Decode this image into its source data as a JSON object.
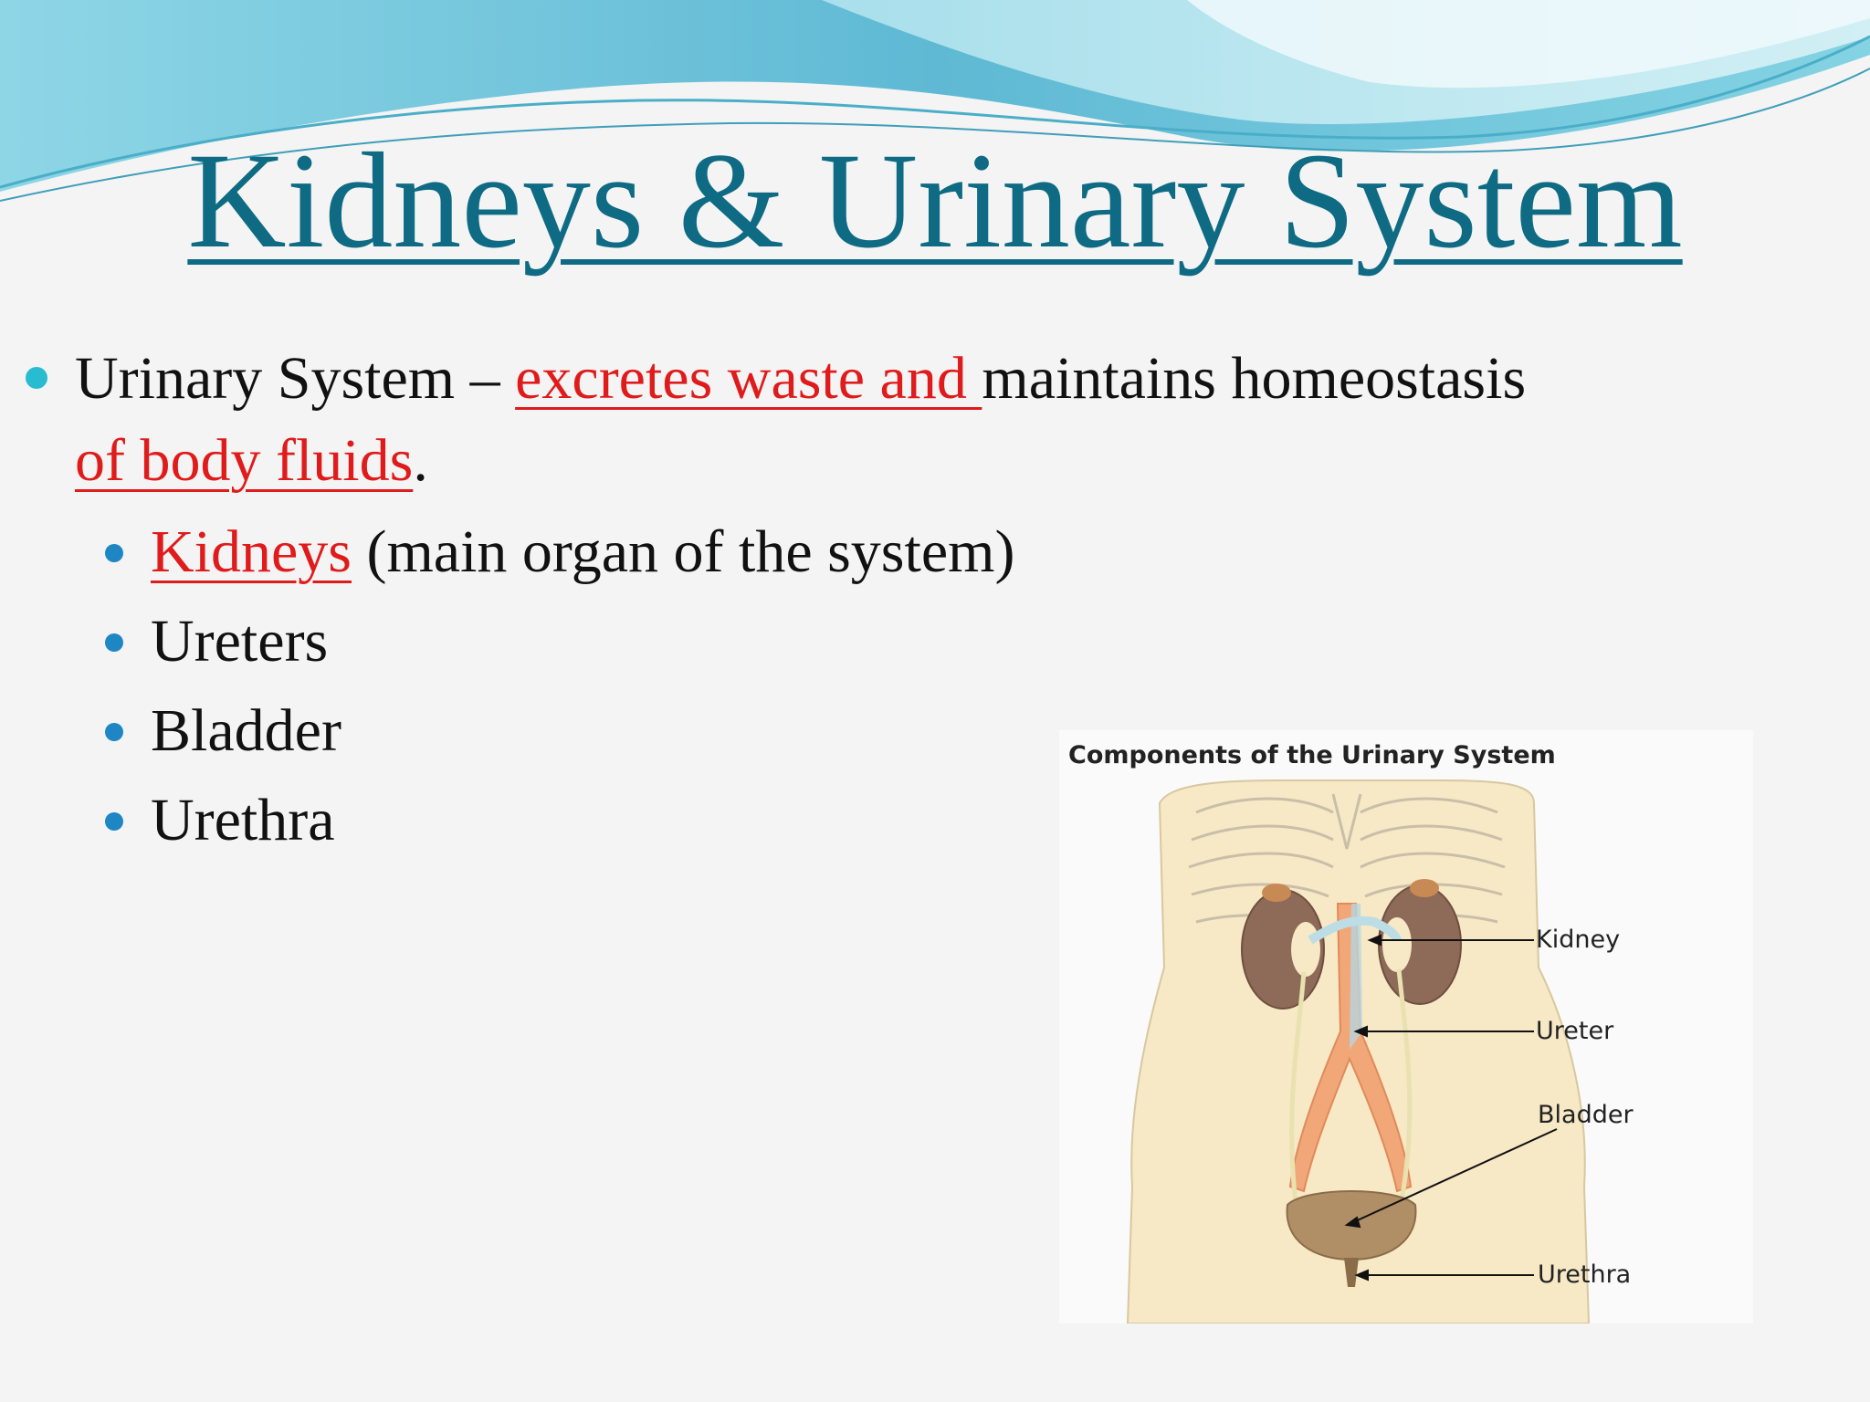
{
  "slide": {
    "title": "Kidneys & Urinary System",
    "bullet": {
      "part1": "Urinary System – ",
      "part2_red": "excretes waste and ",
      "part3": "maintains homeostasis ",
      "part4_red": "of body fluids",
      "part5": "."
    },
    "sub_bullets": {
      "kidneys_red": "Kidneys",
      "kidneys_rest": " (main organ of the system)",
      "ureters": "Ureters",
      "bladder": "Bladder",
      "urethra": "Urethra"
    },
    "diagram": {
      "title": "Components of the Urinary System",
      "labels": {
        "kidney": "Kidney",
        "ureter": "Ureter",
        "bladder": "Bladder",
        "urethra": "Urethra"
      }
    }
  },
  "colors": {
    "title": "#0f6b84",
    "highlight": "#e01b1b",
    "bullet_level1": "#29bcd0",
    "bullet_level2": "#1f86c4",
    "wave": "#6cc6dc"
  }
}
